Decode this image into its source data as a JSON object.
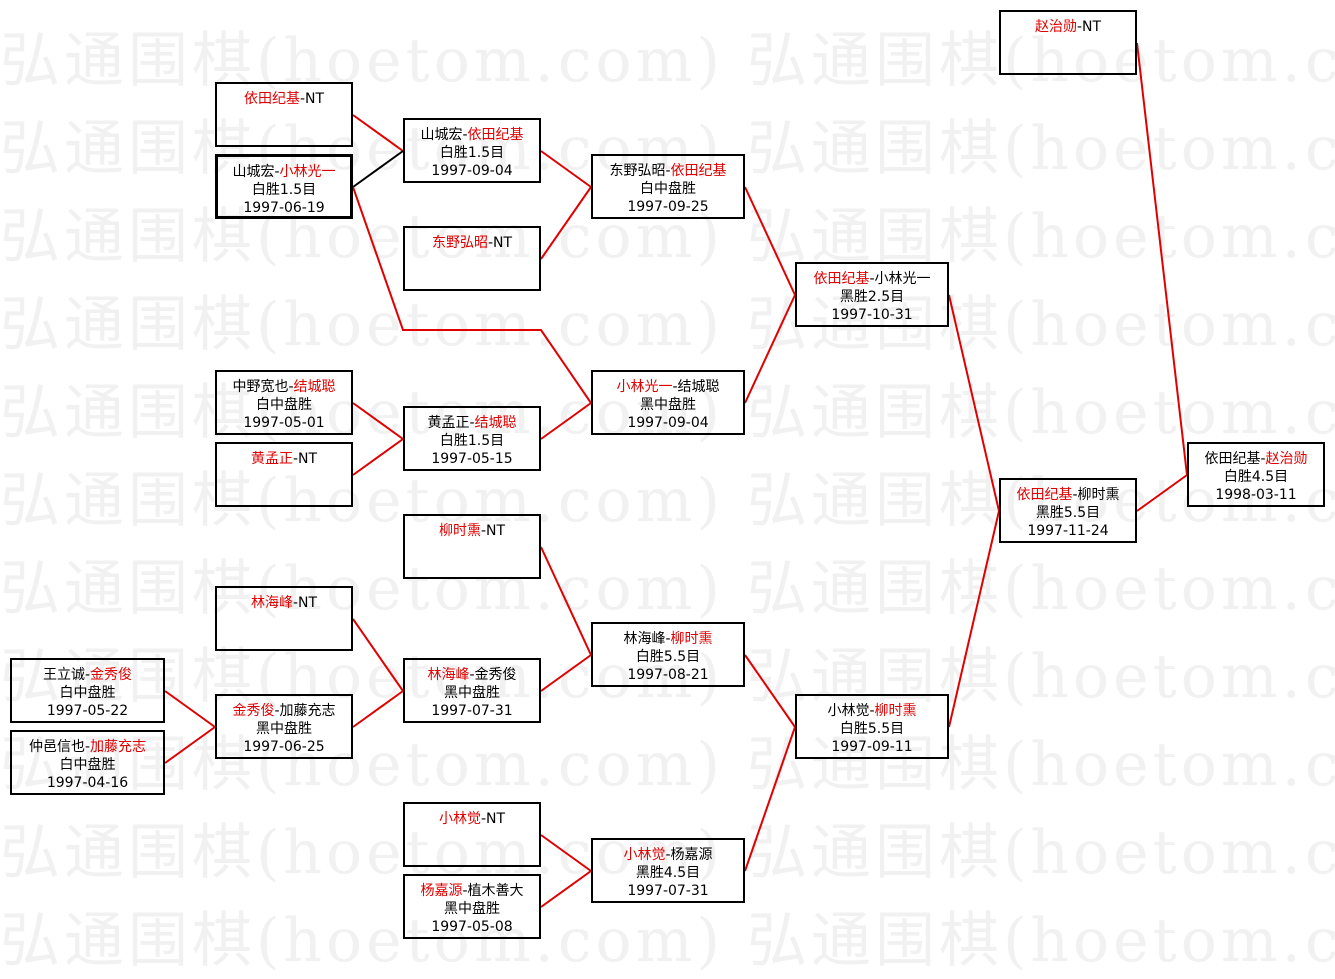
{
  "watermark": "弘通围棋(hoetom.com) 弘通围棋(hoetom.com) 弘通围棋",
  "colors": {
    "winner": "#e00000",
    "line": "#e00000",
    "border": "#000000"
  },
  "matches": [
    {
      "p1": "赵治勋",
      "sep": "-",
      "p2": "NT",
      "winner": 1,
      "result": "",
      "date": ""
    },
    {
      "p1": "依田纪基",
      "sep": "-",
      "p2": "NT",
      "winner": 1,
      "result": "",
      "date": ""
    },
    {
      "p1": "山城宏",
      "sep": "-",
      "p2": "小林光一",
      "winner": 2,
      "result": "白胜1.5目",
      "date": "1997-06-19"
    },
    {
      "p1": "中野宽也",
      "sep": "-",
      "p2": "结城聪",
      "winner": 2,
      "result": "白中盘胜",
      "date": "1997-05-01"
    },
    {
      "p1": "黄孟正",
      "sep": "-",
      "p2": "NT",
      "winner": 1,
      "result": "",
      "date": ""
    },
    {
      "p1": "林海峰",
      "sep": "-",
      "p2": "NT",
      "winner": 1,
      "result": "",
      "date": ""
    },
    {
      "p1": "金秀俊",
      "sep": "-",
      "p2": "加藤充志",
      "winner": 1,
      "result": "黑中盘胜",
      "date": "1997-06-25"
    },
    {
      "p1": "王立诚",
      "sep": "-",
      "p2": "金秀俊",
      "winner": 2,
      "result": "白中盘胜",
      "date": "1997-05-22"
    },
    {
      "p1": "仲邑信也",
      "sep": "-",
      "p2": "加藤充志",
      "winner": 2,
      "result": "白中盘胜",
      "date": "1997-04-16"
    },
    {
      "p1": "山城宏",
      "sep": "-",
      "p2": "依田纪基",
      "winner": 2,
      "result": "白胜1.5目",
      "date": "1997-09-04"
    },
    {
      "p1": "东野弘昭",
      "sep": "-",
      "p2": "NT",
      "winner": 1,
      "result": "",
      "date": ""
    },
    {
      "p1": "黄孟正",
      "sep": "-",
      "p2": "结城聪",
      "winner": 2,
      "result": "白胜1.5目",
      "date": "1997-05-15"
    },
    {
      "p1": "柳时熏",
      "sep": "-",
      "p2": "NT",
      "winner": 1,
      "result": "",
      "date": ""
    },
    {
      "p1": "林海峰",
      "sep": "-",
      "p2": "金秀俊",
      "winner": 1,
      "result": "黑中盘胜",
      "date": "1997-07-31"
    },
    {
      "p1": "小林觉",
      "sep": "-",
      "p2": "NT",
      "winner": 1,
      "result": "",
      "date": ""
    },
    {
      "p1": "杨嘉源",
      "sep": "-",
      "p2": "植木善大",
      "winner": 1,
      "result": "黑中盘胜",
      "date": "1997-05-08"
    },
    {
      "p1": "东野弘昭",
      "sep": "-",
      "p2": "依田纪基",
      "winner": 2,
      "result": "白中盘胜",
      "date": "1997-09-25"
    },
    {
      "p1": "小林光一",
      "sep": "-",
      "p2": "结城聪",
      "winner": 1,
      "result": "黑中盘胜",
      "date": "1997-09-04"
    },
    {
      "p1": "林海峰",
      "sep": "-",
      "p2": "柳时熏",
      "winner": 2,
      "result": "白胜5.5目",
      "date": "1997-08-21"
    },
    {
      "p1": "小林觉",
      "sep": "-",
      "p2": "杨嘉源",
      "winner": 1,
      "result": "黑胜4.5目",
      "date": "1997-07-31"
    },
    {
      "p1": "依田纪基",
      "sep": "-",
      "p2": "小林光一",
      "winner": 1,
      "result": "黑胜2.5目",
      "date": "1997-10-31"
    },
    {
      "p1": "小林觉",
      "sep": "-",
      "p2": "柳时熏",
      "winner": 2,
      "result": "白胜5.5目",
      "date": "1997-09-11"
    },
    {
      "p1": "依田纪基",
      "sep": "-",
      "p2": "柳时熏",
      "winner": 1,
      "result": "黑胜5.5目",
      "date": "1997-11-24"
    },
    {
      "p1": "依田纪基",
      "sep": "-",
      "p2": "赵治勋",
      "winner": 2,
      "result": "白胜4.5目",
      "date": "1998-03-11"
    }
  ]
}
